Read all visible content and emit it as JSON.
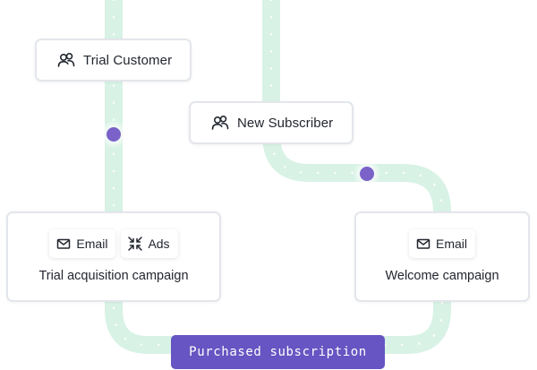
{
  "nodes": {
    "trial_customer": {
      "label": "Trial Customer",
      "icon": "users-icon"
    },
    "new_subscriber": {
      "label": "New Subscriber",
      "icon": "users-icon"
    }
  },
  "campaigns": {
    "trial_acquisition": {
      "title": "Trial acquisition campaign",
      "channels": [
        {
          "label": "Email",
          "icon": "mail-icon"
        },
        {
          "label": "Ads",
          "icon": "shrink-arrows-icon"
        }
      ]
    },
    "welcome": {
      "title": "Welcome campaign",
      "channels": [
        {
          "label": "Email",
          "icon": "mail-icon"
        }
      ]
    }
  },
  "outcome": {
    "label": "Purchased subscription"
  },
  "colors": {
    "track": "#d8f2e6",
    "track_dots": "#ffffff",
    "marker": "#7a62c9",
    "outcome_bg": "#6655c2",
    "card_border": "#e3e6ea"
  }
}
